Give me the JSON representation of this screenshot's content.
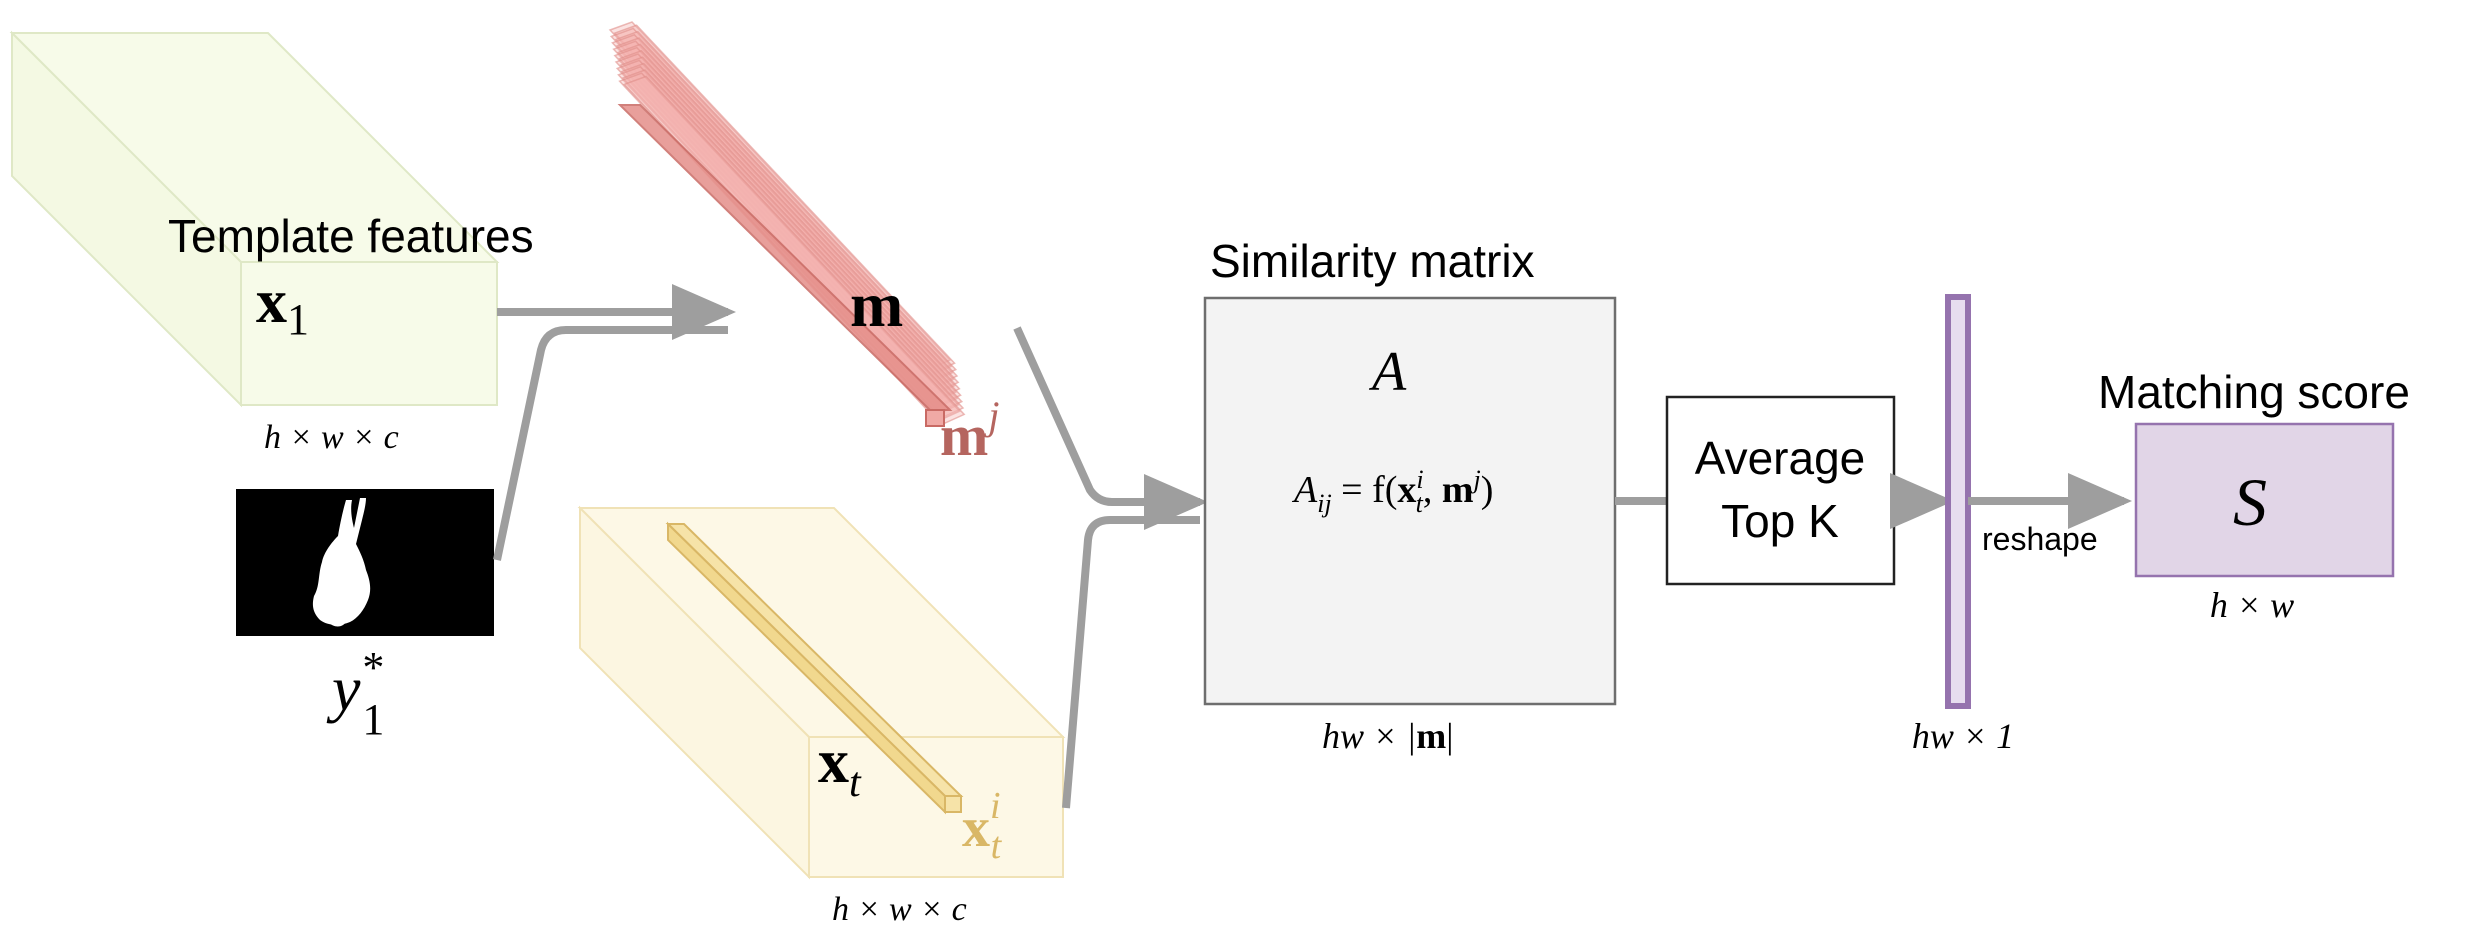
{
  "template": {
    "title": "Template features",
    "var": "x",
    "sub": "1",
    "dims": "h × w × c"
  },
  "mask": {
    "var": "y",
    "sup": "*",
    "sub": "1"
  },
  "memory": {
    "var": "m",
    "slice_var": "m",
    "slice_sup": "j"
  },
  "target": {
    "var": "x",
    "sub": "t",
    "slice_var": "x",
    "slice_sub": "t",
    "slice_sup": "i",
    "dims": "h × w × c"
  },
  "similarity": {
    "title": "Similarity matrix",
    "symbol": "A",
    "formula": "A_ij = f(x_t^i, m^j)",
    "formula_lhs": "A",
    "formula_lhs_sub": "ij",
    "formula_eq": " = f(",
    "formula_x": "x",
    "formula_x_sub": "t",
    "formula_x_sup": "i",
    "formula_comma": ", ",
    "formula_m": "m",
    "formula_m_sup": "j",
    "formula_close": ")",
    "dims_prefix": "hw × |",
    "dims_m": "m",
    "dims_suffix": "|"
  },
  "topk": {
    "line1": "Average",
    "line2": "Top K"
  },
  "vector": {
    "dims": "hw × 1"
  },
  "reshape": {
    "label": "reshape"
  },
  "score": {
    "title": "Matching score",
    "symbol": "S",
    "dims": "h × w"
  },
  "colors": {
    "template_fill": "#f7fbe9",
    "template_stroke": "#dfe8c6",
    "memory_fill": "#f5b3b0",
    "memory_label": "#b5655f",
    "target_fill": "#fdf8e6",
    "target_stroke": "#f0e2b6",
    "target_slice": "#d9b766",
    "matrix_fill": "#f3f3f3",
    "vector": "#9573ae",
    "score_fill": "#e1d5e7",
    "score_stroke": "#9573ae",
    "arrow": "#9e9e9e"
  }
}
